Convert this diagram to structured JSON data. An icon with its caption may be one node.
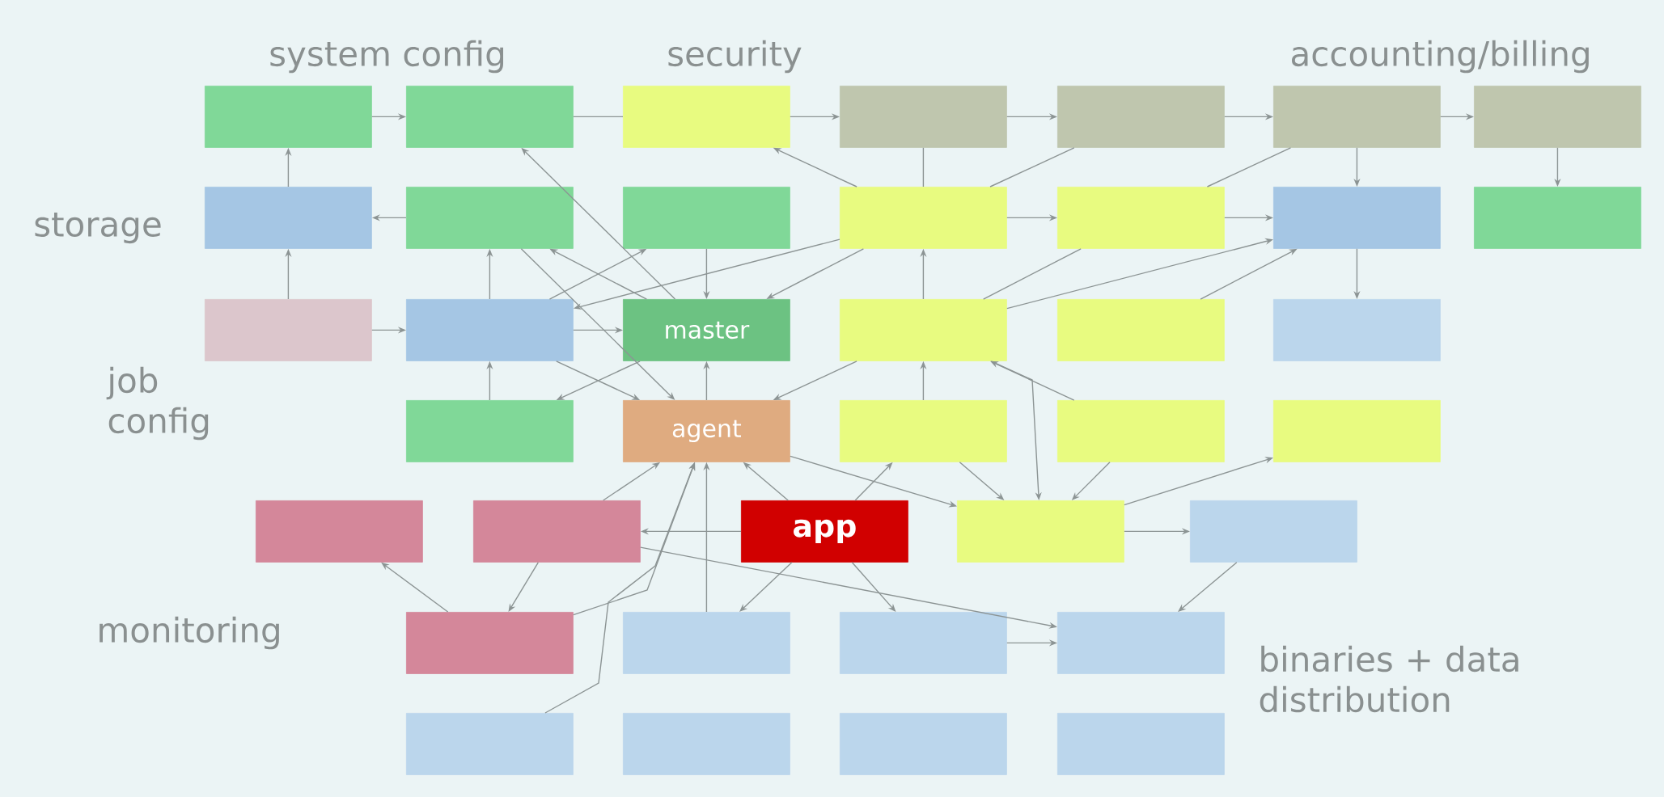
{
  "diagram": {
    "nodes": [
      {
        "text": [],
        "shape": "box"
      },
      {
        "text": [],
        "shape": "box"
      },
      {
        "text": [],
        "shape": "box"
      },
      {
        "text": [],
        "shape": "box"
      },
      {
        "text": [],
        "shape": "box"
      },
      {
        "text": [],
        "shape": "box"
      },
      {
        "text": [],
        "shape": "box"
      },
      {
        "text": [],
        "shape": "box"
      },
      {
        "text": [],
        "shape": "box"
      },
      {
        "text": [],
        "shape": "box"
      },
      {
        "text": [],
        "shape": "box"
      },
      {
        "text": [],
        "shape": "box"
      },
      {
        "text": [],
        "shape": "box"
      },
      {
        "text": [],
        "shape": "box"
      },
      {
        "text": [],
        "shape": "box"
      },
      {
        "text": [],
        "shape": "box"
      },
      {
        "text": [
          "master"
        ]
      },
      {
        "text": [],
        "shape": "box"
      },
      {
        "text": [],
        "shape": "box"
      },
      {
        "text": [],
        "shape": "box"
      },
      {
        "text": [],
        "shape": "box"
      },
      {
        "text": [
          "agent"
        ]
      },
      {
        "text": [],
        "shape": "box"
      },
      {
        "text": [],
        "shape": "box"
      },
      {
        "text": [],
        "shape": "box"
      },
      {
        "text": [],
        "shape": "box"
      },
      {
        "text": [],
        "shape": "box"
      },
      {
        "text": [
          "app"
        ]
      },
      {
        "text": [],
        "shape": "box"
      },
      {
        "text": [],
        "shape": "box"
      },
      {
        "text": [],
        "shape": "box"
      },
      {
        "text": [],
        "shape": "box"
      },
      {
        "text": [],
        "shape": "box"
      },
      {
        "text": [],
        "shape": "box"
      },
      {
        "text": [],
        "shape": "box"
      },
      {
        "text": [],
        "shape": "box"
      },
      {
        "text": [],
        "shape": "box"
      },
      {
        "text": [],
        "shape": "box"
      }
    ],
    "edges": [
      {
        "from": 0,
        "to": 1,
        "arrow": "to"
      },
      {
        "from": 1,
        "to": 2,
        "arrow": "none"
      },
      {
        "from": 2,
        "to": 3,
        "arrow": "to"
      },
      {
        "from": 3,
        "to": 4,
        "arrow": "to"
      },
      {
        "from": 4,
        "to": 5,
        "arrow": "to"
      },
      {
        "from": 5,
        "to": 6,
        "arrow": "to"
      },
      {
        "from": 7,
        "to": 0,
        "arrow": "to"
      },
      {
        "from": 8,
        "to": 7,
        "arrow": "to"
      },
      {
        "from": 14,
        "to": 7,
        "arrow": "to"
      },
      {
        "from": 14,
        "to": 15,
        "arrow": "to"
      },
      {
        "from": 15,
        "to": 8,
        "arrow": "to"
      },
      {
        "from": 20,
        "to": 15,
        "arrow": "to"
      },
      {
        "from": 15,
        "to": 16,
        "arrow": "to"
      },
      {
        "from": 9,
        "to": 16,
        "arrow": "to"
      },
      {
        "from": 16,
        "to": 1,
        "arrow": "to"
      },
      {
        "from": 10,
        "to": 2,
        "arrow": "to"
      },
      {
        "from": 10,
        "to": 3,
        "arrow": "none"
      },
      {
        "from": 10,
        "to": 11,
        "arrow": "to"
      },
      {
        "from": 10,
        "to": 4,
        "arrow": "none"
      },
      {
        "from": 11,
        "to": 5,
        "arrow": "none"
      },
      {
        "from": 11,
        "to": 12,
        "arrow": "to"
      },
      {
        "from": 5,
        "to": 12,
        "arrow": "to"
      },
      {
        "from": 6,
        "to": 13,
        "arrow": "to"
      },
      {
        "from": 12,
        "to": 19,
        "arrow": "to"
      },
      {
        "from": 17,
        "to": 12,
        "arrow": "to"
      },
      {
        "from": 18,
        "to": 12,
        "arrow": "to"
      },
      {
        "from": 10,
        "to": 15,
        "arrow": "to"
      },
      {
        "from": 15,
        "to": 9,
        "arrow": "to"
      },
      {
        "from": 16,
        "to": 8,
        "arrow": "to"
      },
      {
        "from": 8,
        "to": 21,
        "arrow": "to"
      },
      {
        "from": 15,
        "to": 21,
        "arrow": "to"
      },
      {
        "from": 16,
        "to": 20,
        "arrow": "to"
      },
      {
        "from": 21,
        "to": 16,
        "arrow": "to"
      },
      {
        "from": 10,
        "to": 16,
        "arrow": "to"
      },
      {
        "from": 17,
        "to": 21,
        "arrow": "to"
      },
      {
        "from": 22,
        "to": 17,
        "arrow": "to"
      },
      {
        "from": 17,
        "to": 10,
        "arrow": "to"
      },
      {
        "from": 17,
        "to": 11,
        "arrow": "none"
      },
      {
        "from": 23,
        "to": 17,
        "arrow": "to"
      },
      {
        "from": 22,
        "to": 28,
        "arrow": "to"
      },
      {
        "from": 17,
        "to": 28,
        "arrow": "to"
      },
      {
        "from": 23,
        "to": 28,
        "arrow": "to"
      },
      {
        "from": 28,
        "to": 24,
        "arrow": "to"
      },
      {
        "from": 21,
        "to": 28,
        "arrow": "to"
      },
      {
        "from": 28,
        "to": 29,
        "arrow": "to"
      },
      {
        "from": 29,
        "to": 33,
        "arrow": "to"
      },
      {
        "from": 26,
        "to": 33,
        "arrow": "to"
      },
      {
        "from": 27,
        "to": 26,
        "arrow": "to"
      },
      {
        "from": 27,
        "to": 21,
        "arrow": "to"
      },
      {
        "from": 27,
        "to": 22,
        "arrow": "to"
      },
      {
        "from": 27,
        "to": 31,
        "arrow": "to"
      },
      {
        "from": 27,
        "to": 32,
        "arrow": "to"
      },
      {
        "from": 32,
        "to": 33,
        "arrow": "to"
      },
      {
        "from": 30,
        "to": 25,
        "arrow": "to"
      },
      {
        "from": 26,
        "to": 30,
        "arrow": "to"
      },
      {
        "from": 30,
        "to": 21,
        "arrow": "to"
      },
      {
        "from": 26,
        "to": 21,
        "arrow": "to"
      },
      {
        "from": 34,
        "to": 21,
        "arrow": "to"
      },
      {
        "from": 31,
        "to": 21,
        "arrow": "to"
      }
    ],
    "labels": [
      "system config",
      "security",
      "accounting/billing",
      "storage",
      "job config",
      "monitoring",
      "binaries + data distribution"
    ]
  }
}
